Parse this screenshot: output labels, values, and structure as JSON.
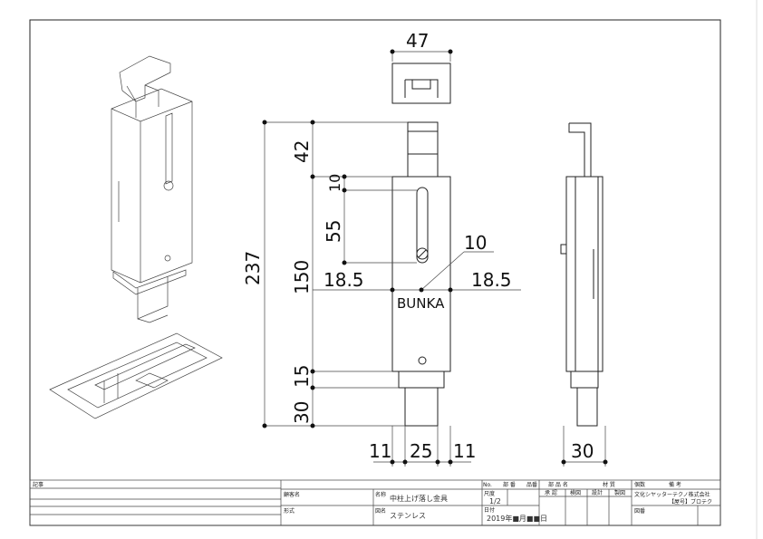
{
  "dimensions": {
    "cap_width": "47",
    "total_height": "237",
    "top_height": "42",
    "slot_offset": "10",
    "slot_length": "55",
    "body_height": "150",
    "left_half": "18.5",
    "right_half": "18.5",
    "screw_dia": "10",
    "bottom_15": "15",
    "bottom_30": "30",
    "bottom_left": "11",
    "bottom_mid": "25",
    "bottom_right": "11",
    "side_width": "30"
  },
  "brand_mark": "BUNKA",
  "title_block": {
    "notes_label": "記事",
    "customer_label": "顧客名",
    "type_label": "形式",
    "name_label": "名称",
    "name_value": "中柱上げ落し金具",
    "drawing_name_label": "図名",
    "drawing_name_value": "ステンレス",
    "no_label": "No.",
    "part_no_label": "部 番",
    "item_no_label": "品番",
    "part_name_label": "部 品 名",
    "material_label": "材 質",
    "qty_label": "個数",
    "remarks_label": "備 考",
    "scale_label": "尺度",
    "scale_value": "1/2",
    "date_label": "日付",
    "date_value": "2019年■月■■日",
    "approve_label": "承 認",
    "check_label": "検図",
    "design_label": "設計",
    "draft_label": "製図",
    "company": "文化シヤッターテクノ株式会社",
    "brand": "【屋号】ブロテク",
    "drawing_no_label": "図番"
  }
}
